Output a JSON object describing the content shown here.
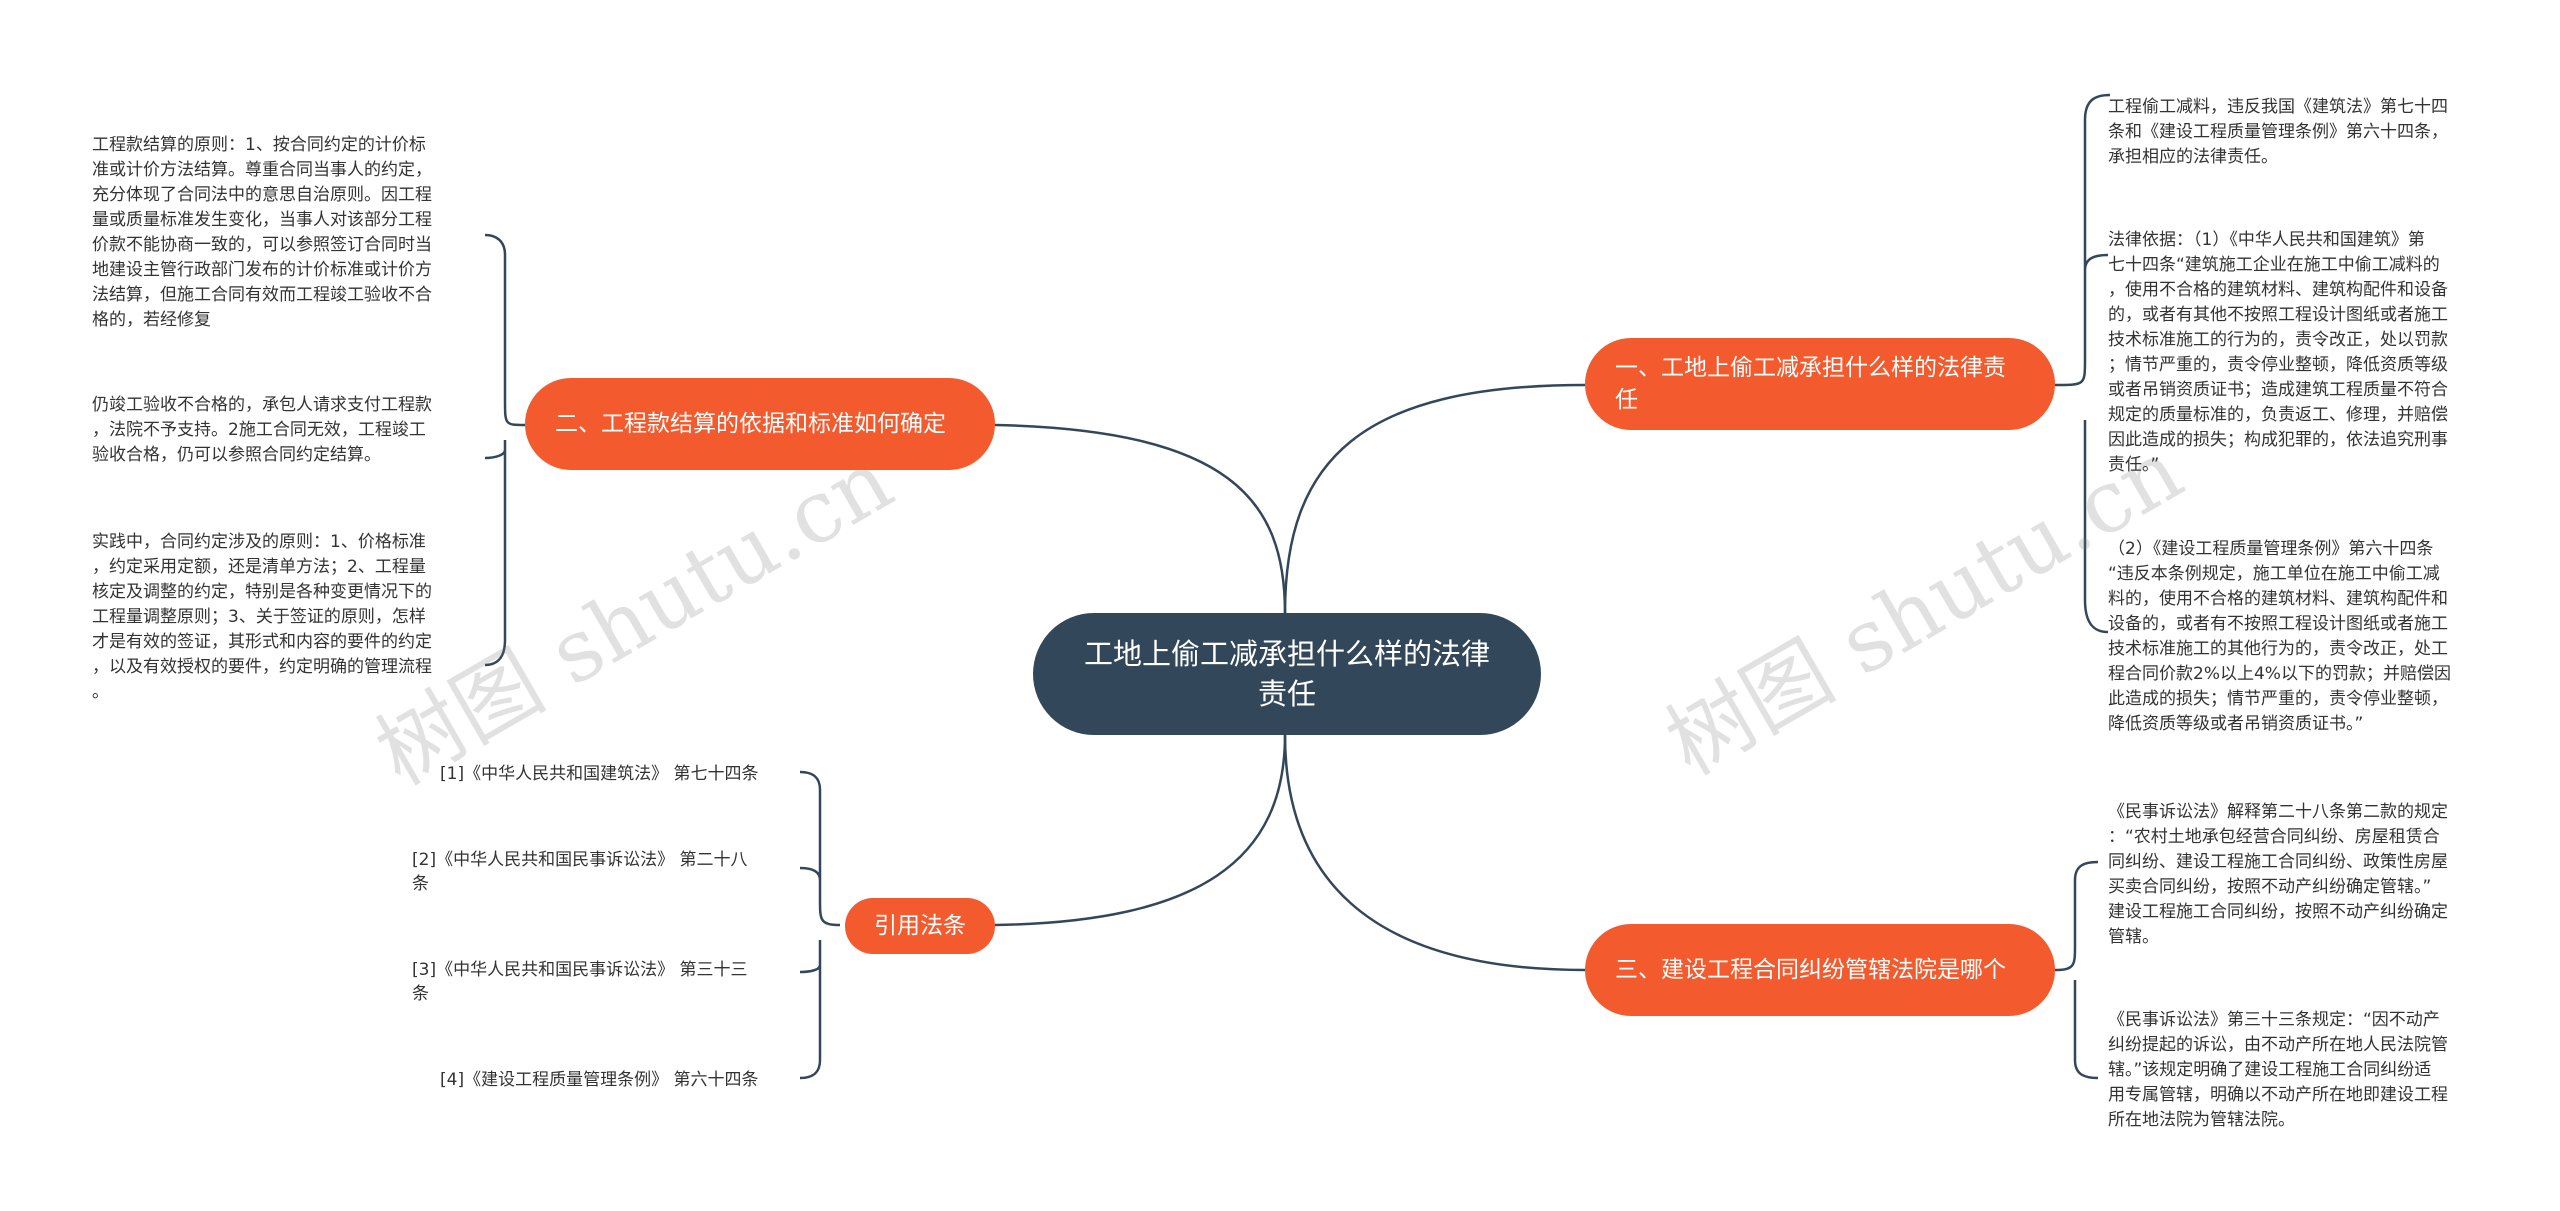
{
  "root": {
    "title": "工地上偷工减承担什么样的法律责任"
  },
  "branches": {
    "b1": {
      "label": "一、工地上偷工减承担什么样的法律责任",
      "leaves": [
        "工程偷工减料，违反我国《建筑法》第七十四\n条和《建设工程质量管理条例》第六十四条，\n承担相应的法律责任。",
        "法律依据：（1）《中华人民共和国建筑》第\n七十四条“建筑施工企业在施工中偷工减料的\n，使用不合格的建筑材料、建筑构配件和设备\n的，或者有其他不按照工程设计图纸或者施工\n技术标准施工的行为的，责令改正，处以罚款\n；情节严重的，责令停业整顿，降低资质等级\n或者吊销资质证书；造成建筑工程质量不符合\n规定的质量标准的，负责返工、修理，并赔偿\n因此造成的损失；构成犯罪的，依法追究刑事\n责任。”",
        "（2）《建设工程质量管理条例》第六十四条\n“违反本条例规定，施工单位在施工中偷工减\n料的，使用不合格的建筑材料、建筑构配件和\n设备的，或者有不按照工程设计图纸或者施工\n技术标准施工的其他行为的，责令改正，处工\n程合同价款2%以上4%以下的罚款；并赔偿因\n此造成的损失；情节严重的，责令停业整顿，\n降低资质等级或者吊销资质证书。”"
      ]
    },
    "b2": {
      "label": "二、工程款结算的依据和标准如何确定",
      "leaves": [
        "工程款结算的原则：1、按合同约定的计价标\n准或计价方法结算。尊重合同当事人的约定，\n充分体现了合同法中的意思自治原则。因工程\n量或质量标准发生变化，当事人对该部分工程\n价款不能协商一致的，可以参照签订合同时当\n地建设主管行政部门发布的计价标准或计价方\n法结算，但施工合同有效而工程竣工验收不合\n格的，若经修复",
        "仍竣工验收不合格的，承包人请求支付工程款\n，法院不予支持。2施工合同无效，工程竣工\n验收合格，仍可以参照合同约定结算。",
        "实践中，合同约定涉及的原则：1、价格标准\n，约定采用定额，还是清单方法；2、工程量\n核定及调整的约定，特别是各种变更情况下的\n工程量调整原则；3、关于签证的原则，怎样\n才是有效的签证，其形式和内容的要件的约定\n，以及有效授权的要件，约定明确的管理流程\n。"
      ]
    },
    "b3": {
      "label": "三、建设工程合同纠纷管辖法院是哪个",
      "leaves": [
        "《民事诉讼法》解释第二十八条第二款的规定\n：“农村土地承包经营合同纠纷、房屋租赁合\n同纠纷、建设工程施工合同纠纷、政策性房屋\n买卖合同纠纷，按照不动产纠纷确定管辖。”\n建设工程施工合同纠纷，按照不动产纠纷确定\n管辖。",
        "《民事诉讼法》第三十三条规定：“因不动产\n纠纷提起的诉讼，由不动产所在地人民法院管\n辖。”该规定明确了建设工程施工合同纠纷适\n用专属管辖，明确以不动产所在地即建设工程\n所在地法院为管辖法院。"
      ]
    },
    "b4": {
      "label": "引用法条",
      "leaves": [
        "[1]《中华人民共和国建筑法》 第七十四条",
        "[2]《中华人民共和国民事诉讼法》 第二十八\n条",
        "[3]《中华人民共和国民事诉讼法》 第三十三\n条",
        "[4]《建设工程质量管理条例》 第六十四条"
      ]
    }
  },
  "watermark": {
    "text": "树图 shutu.cn"
  },
  "colors": {
    "root": "#33475b",
    "branch": "#f35a2e",
    "line": "#33475b",
    "text": "#333333"
  }
}
